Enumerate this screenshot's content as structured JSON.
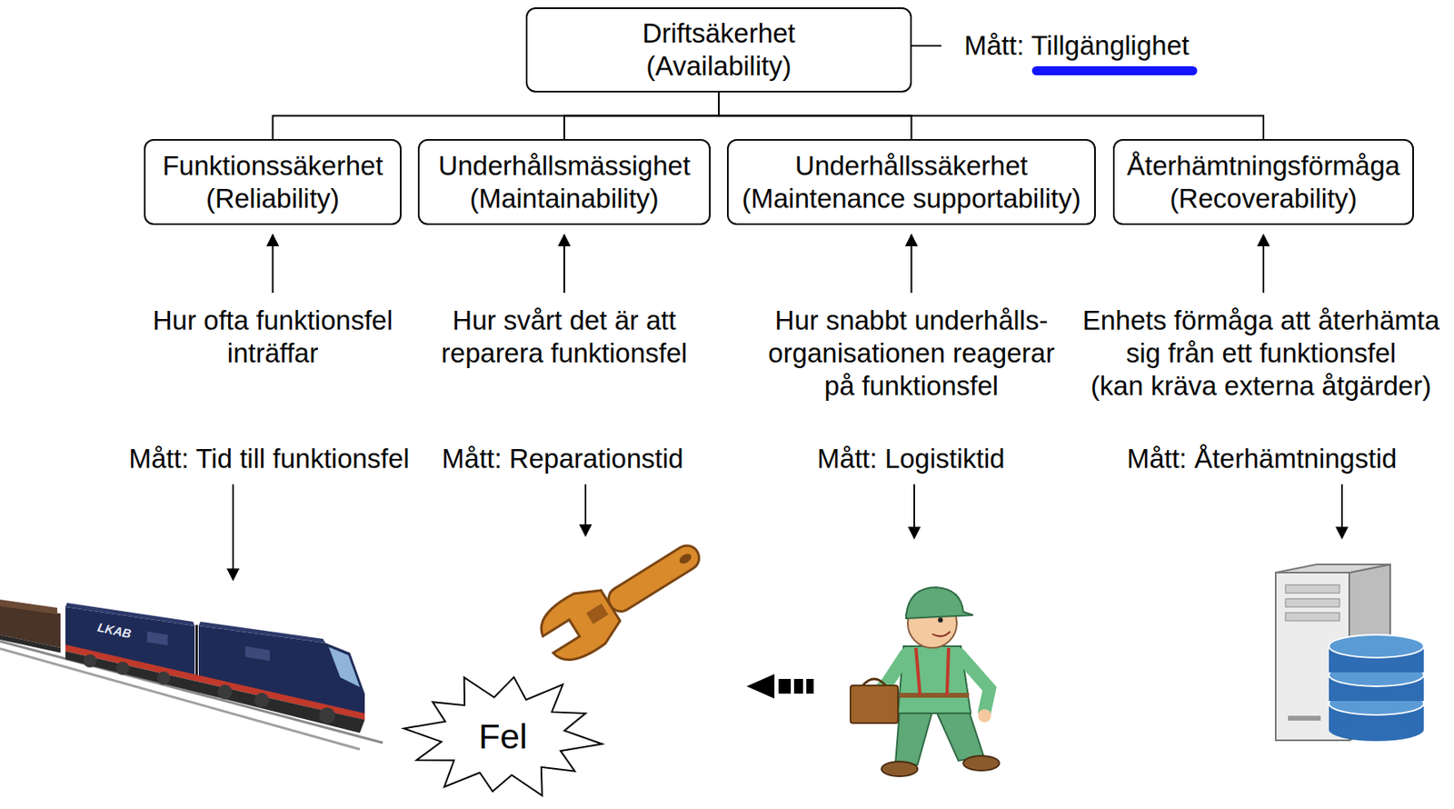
{
  "diagram": {
    "nodes": [
      {
        "text": [
          "Driftsäkerhet",
          "(Availability)"
        ]
      },
      {
        "text": [
          "Funktionssäkerhet",
          "(Reliability)"
        ]
      },
      {
        "text": [
          "Underhållsmässighet",
          "(Maintainability)"
        ]
      },
      {
        "text": [
          "Underhållssäkerhet",
          "(Maintenance supportability)"
        ]
      },
      {
        "text": [
          "Återhämtningsförmåga",
          "(Recoverability)"
        ]
      },
      {
        "text": [
          "Fel"
        ]
      }
    ],
    "edges": [
      {
        "from": 0,
        "to": 1,
        "arrow": "none"
      },
      {
        "from": 0,
        "to": 2,
        "arrow": "none"
      },
      {
        "from": 0,
        "to": 3,
        "arrow": "none"
      },
      {
        "from": 0,
        "to": 4,
        "arrow": "none"
      }
    ],
    "labels": [
      "Mått: Tillgänglighet",
      "Hur ofta funktionsfel inträffar",
      "Hur svårt det är att reparera funktionsfel",
      "Hur snabbt underhålls- organisationen reagerar på funktionsfel",
      "Enhets förmåga att återhämta sig från ett funktionsfel",
      "(kan kräva externa åtgärder)",
      "Mått: Tid till funktionsfel",
      "Mått: Reparationstid",
      "Mått: Logistiktid",
      "Mått: Återhämtningstid",
      "LKAB"
    ]
  }
}
